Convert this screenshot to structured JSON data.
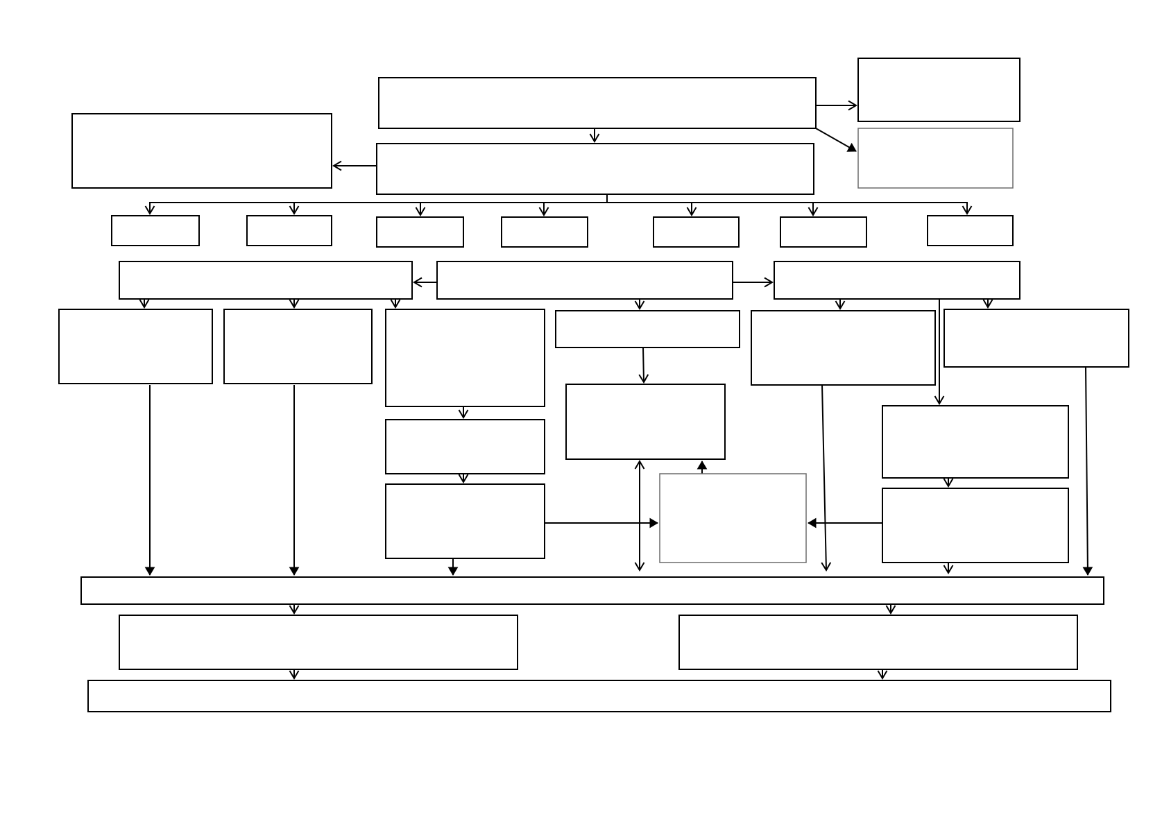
{
  "diagram": {
    "stroke_color": "#000000",
    "muted_stroke_color": "#6b6b6b",
    "background_color": "#ffffff",
    "nodes": [
      {
        "id": "n-top-center",
        "label": ""
      },
      {
        "id": "n-top-right-1",
        "label": ""
      },
      {
        "id": "n-top-right-2",
        "label": "",
        "muted": true
      },
      {
        "id": "n-left-upper",
        "label": ""
      },
      {
        "id": "n-second-center",
        "label": ""
      },
      {
        "id": "n-small-1",
        "label": ""
      },
      {
        "id": "n-small-2",
        "label": ""
      },
      {
        "id": "n-small-3",
        "label": ""
      },
      {
        "id": "n-small-4",
        "label": ""
      },
      {
        "id": "n-small-5",
        "label": ""
      },
      {
        "id": "n-small-6",
        "label": ""
      },
      {
        "id": "n-small-7",
        "label": ""
      },
      {
        "id": "n-row3-left",
        "label": ""
      },
      {
        "id": "n-row3-center",
        "label": ""
      },
      {
        "id": "n-row3-right",
        "label": ""
      },
      {
        "id": "n-col-a",
        "label": ""
      },
      {
        "id": "n-col-b",
        "label": ""
      },
      {
        "id": "n-col-c1",
        "label": ""
      },
      {
        "id": "n-col-c2",
        "label": ""
      },
      {
        "id": "n-col-c3",
        "label": ""
      },
      {
        "id": "n-col-d1",
        "label": ""
      },
      {
        "id": "n-col-d2",
        "label": ""
      },
      {
        "id": "n-middle-gray",
        "label": "",
        "muted": true
      },
      {
        "id": "n-col-e",
        "label": ""
      },
      {
        "id": "n-col-f",
        "label": ""
      },
      {
        "id": "n-col-g1",
        "label": ""
      },
      {
        "id": "n-col-g2",
        "label": ""
      },
      {
        "id": "n-bar-1",
        "label": ""
      },
      {
        "id": "n-bottom-left",
        "label": ""
      },
      {
        "id": "n-bottom-right",
        "label": ""
      },
      {
        "id": "n-bar-2",
        "label": ""
      }
    ],
    "edges": [
      {
        "from": "n-top-center",
        "to": "n-top-right-1",
        "head": "open"
      },
      {
        "from": "n-top-center",
        "to": "n-top-right-2",
        "head": "filled"
      },
      {
        "from": "n-top-center",
        "to": "n-second-center",
        "head": "open"
      },
      {
        "from": "n-second-center",
        "to": "n-left-upper",
        "head": "open"
      },
      {
        "from": "n-second-center",
        "to": "n-small-1",
        "head": "open"
      },
      {
        "from": "n-second-center",
        "to": "n-small-2",
        "head": "open"
      },
      {
        "from": "n-second-center",
        "to": "n-small-3",
        "head": "open"
      },
      {
        "from": "n-second-center",
        "to": "n-small-4",
        "head": "open"
      },
      {
        "from": "n-second-center",
        "to": "n-small-5",
        "head": "open"
      },
      {
        "from": "n-second-center",
        "to": "n-small-6",
        "head": "open"
      },
      {
        "from": "n-second-center",
        "to": "n-small-7",
        "head": "open"
      },
      {
        "from": "n-row3-center",
        "to": "n-row3-left",
        "head": "open"
      },
      {
        "from": "n-row3-center",
        "to": "n-row3-right",
        "head": "open"
      },
      {
        "from": "n-row3-left",
        "to": "n-col-a",
        "head": "open"
      },
      {
        "from": "n-row3-left",
        "to": "n-col-b",
        "head": "open"
      },
      {
        "from": "n-row3-left",
        "to": "n-col-c1",
        "head": "open"
      },
      {
        "from": "n-row3-center",
        "to": "n-col-d1",
        "head": "open"
      },
      {
        "from": "n-row3-right",
        "to": "n-col-e",
        "head": "open"
      },
      {
        "from": "n-row3-right",
        "to": "n-col-f",
        "head": "open"
      },
      {
        "from": "n-row3-right",
        "to": "n-col-g1",
        "head": "open"
      },
      {
        "from": "n-col-c1",
        "to": "n-col-c2",
        "head": "open"
      },
      {
        "from": "n-col-c2",
        "to": "n-col-c3",
        "head": "open"
      },
      {
        "from": "n-col-d1",
        "to": "n-col-d2",
        "head": "open"
      },
      {
        "from": "n-middle-gray",
        "to": "n-col-d2",
        "head": "filled"
      },
      {
        "from": "n-col-c3",
        "to": "n-middle-gray",
        "head": "filled"
      },
      {
        "from": "n-col-g2",
        "to": "n-middle-gray",
        "head": "filled"
      },
      {
        "from": "n-col-g1",
        "to": "n-col-g2",
        "head": "open"
      },
      {
        "from": "n-col-a",
        "to": "n-bar-1",
        "head": "filled"
      },
      {
        "from": "n-col-b",
        "to": "n-bar-1",
        "head": "filled"
      },
      {
        "from": "n-col-c3",
        "to": "n-bar-1",
        "head": "filled"
      },
      {
        "from": "n-col-d2",
        "to": "n-bar-1",
        "head": "open"
      },
      {
        "from": "n-col-e",
        "to": "n-bar-1",
        "head": "open"
      },
      {
        "from": "n-col-g2",
        "to": "n-bar-1",
        "head": "open"
      },
      {
        "from": "n-col-f",
        "to": "n-bar-1",
        "head": "filled"
      },
      {
        "from": "n-bar-1",
        "to": "n-bottom-left",
        "head": "open"
      },
      {
        "from": "n-bar-1",
        "to": "n-bottom-right",
        "head": "open"
      },
      {
        "from": "n-bottom-left",
        "to": "n-bar-2",
        "head": "open"
      },
      {
        "from": "n-bottom-right",
        "to": "n-bar-2",
        "head": "open"
      }
    ]
  }
}
